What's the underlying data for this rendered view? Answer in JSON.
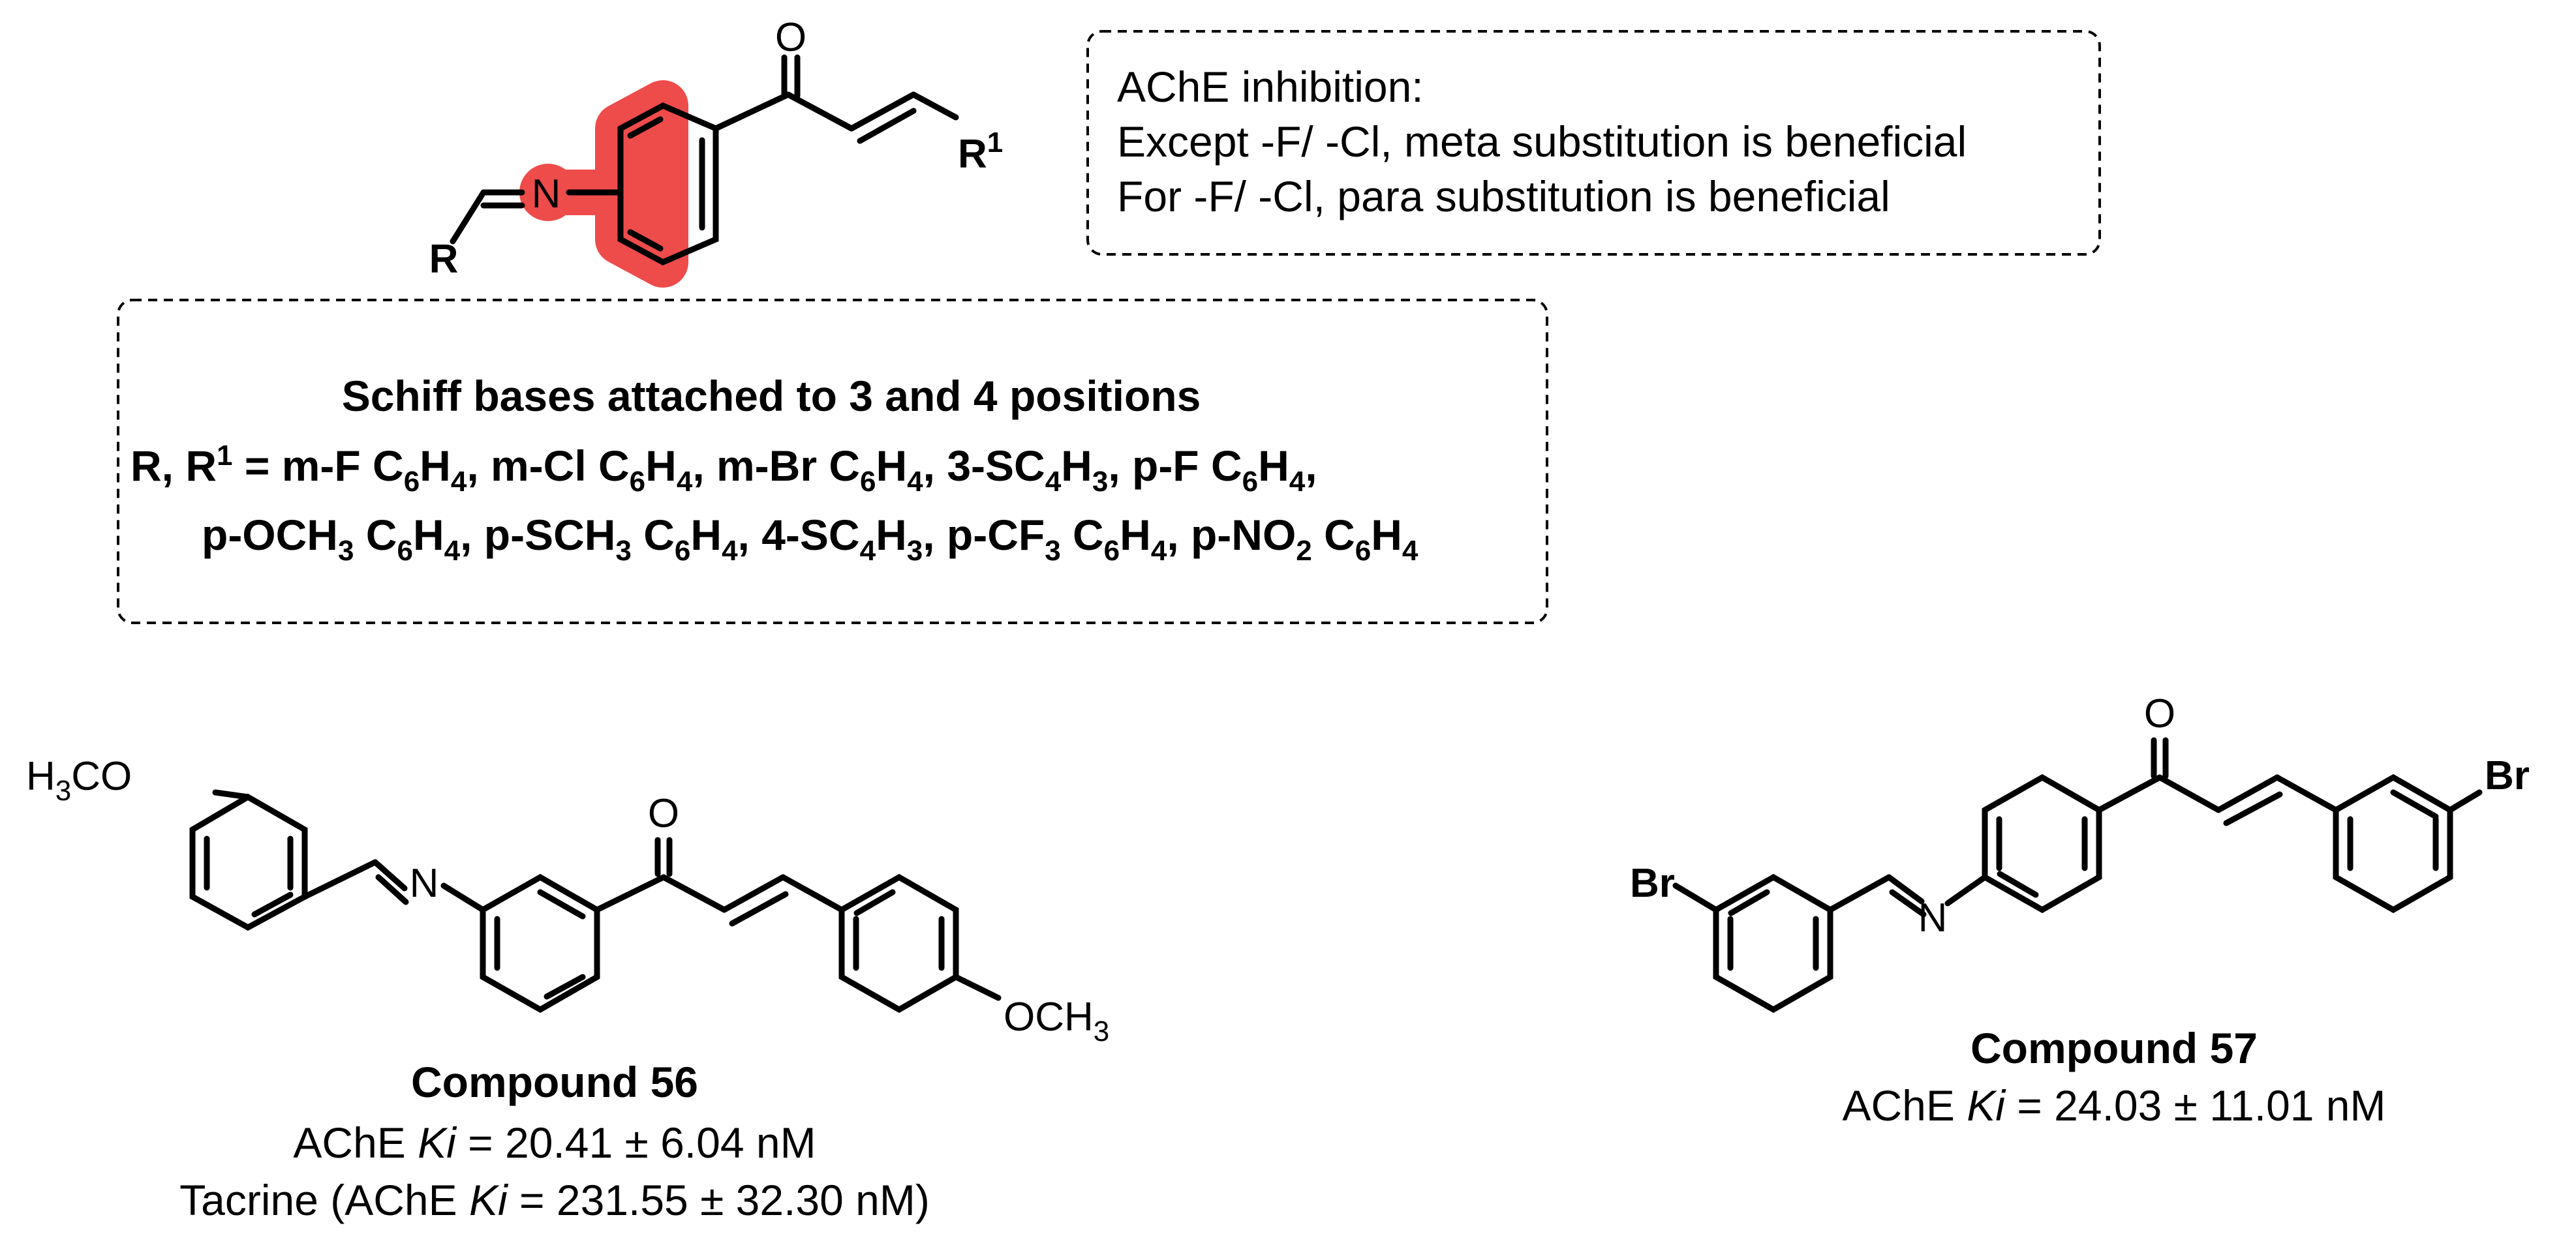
{
  "colors": {
    "highlight": "#ee4b4b",
    "ink": "#000000",
    "box_border": "#000000"
  },
  "scaffold": {
    "atoms": {
      "O": "O",
      "N": "N",
      "R": "R",
      "R1_base": "R",
      "R1_sup": "1"
    }
  },
  "sar_box": {
    "line1": "AChE inhibition:",
    "line2": "Except -F/ -Cl, meta substitution is beneficial",
    "line3": "For -F/ -Cl, para substitution is beneficial"
  },
  "subst_box": {
    "title": "Schiff bases attached to 3 and 4 positions",
    "line2": "R, R1 = m-F C6H4, m-Cl C6H4, m-Br C6H4, 3-SC4H3, p-F C6H4,",
    "line3": "p-OCH3 C6H4, p-SCH3 C6H4, 4-SC4H3, p-CF3 C6H4, p-NO2 C6H4"
  },
  "compound56": {
    "label": "Compound 56",
    "activity_prefix": "AChE ",
    "activity_ki": "Ki",
    "activity_value": " = 20.41 ± 6.04 nM",
    "reference_prefix": "Tacrine (AChE ",
    "reference_ki": "Ki",
    "reference_value": " = 231.55 ± 32.30 nM)",
    "atoms": {
      "methoxy_left": "H3CO",
      "N": "N",
      "O": "O",
      "methoxy_right": "OCH3"
    }
  },
  "compound57": {
    "label": "Compound 57",
    "activity_prefix": "AChE ",
    "activity_ki": "Ki",
    "activity_value": " = 24.03 ± 11.01 nM",
    "atoms": {
      "Br_left": "Br",
      "N": "N",
      "O": "O",
      "Br_right": "Br"
    }
  }
}
